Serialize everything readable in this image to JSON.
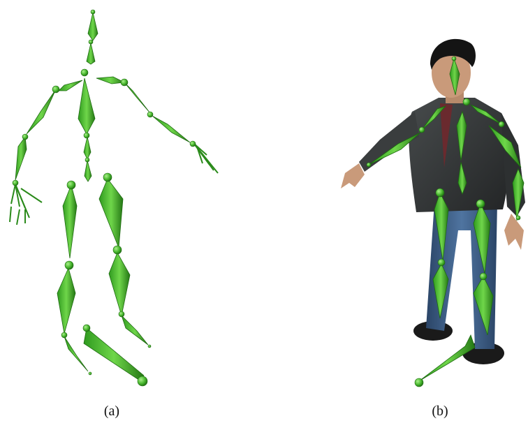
{
  "figure": {
    "panels": [
      {
        "id": "a",
        "caption": "(a)",
        "content": "skeleton-rig"
      },
      {
        "id": "b",
        "caption": "(b)",
        "content": "character-with-skeleton"
      }
    ]
  },
  "colors": {
    "bone_light": "#6fd64a",
    "bone_mid": "#3fae27",
    "bone_dark": "#237a16",
    "jacket": "#2f3233",
    "jacket_light": "#474b4c",
    "jeans": "#3e5f86",
    "jeans_dark": "#2b4567",
    "skin": "#c99a7a",
    "hair": "#141414",
    "shoe": "#1a1a1a",
    "shirt": "#6a2a2e"
  }
}
